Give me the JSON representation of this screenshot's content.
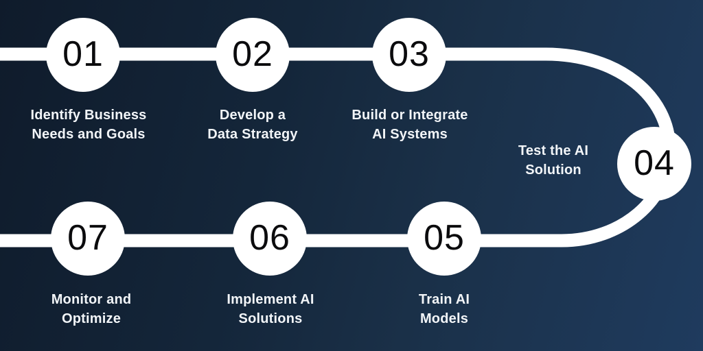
{
  "diagram": {
    "title": "AI implementation process flow",
    "type": "process-flow-snake",
    "colors": {
      "background_start": "#0f1b2b",
      "background_end": "#1f3b5e",
      "path": "#ffffff",
      "node_fill": "#ffffff",
      "node_number": "#0b0b0d",
      "label": "#f2f5f8"
    },
    "steps": [
      {
        "number": "01",
        "label_line1": "Identify Business",
        "label_line2": "Needs and Goals"
      },
      {
        "number": "02",
        "label_line1": "Develop a",
        "label_line2": "Data Strategy"
      },
      {
        "number": "03",
        "label_line1": "Build or Integrate",
        "label_line2": "AI Systems"
      },
      {
        "number": "04",
        "label_line1": "Test the AI",
        "label_line2": "Solution"
      },
      {
        "number": "05",
        "label_line1": "Train AI",
        "label_line2": "Models"
      },
      {
        "number": "06",
        "label_line1": "Implement AI",
        "label_line2": "Solutions"
      },
      {
        "number": "07",
        "label_line1": "Monitor and",
        "label_line2": "Optimize"
      }
    ]
  }
}
